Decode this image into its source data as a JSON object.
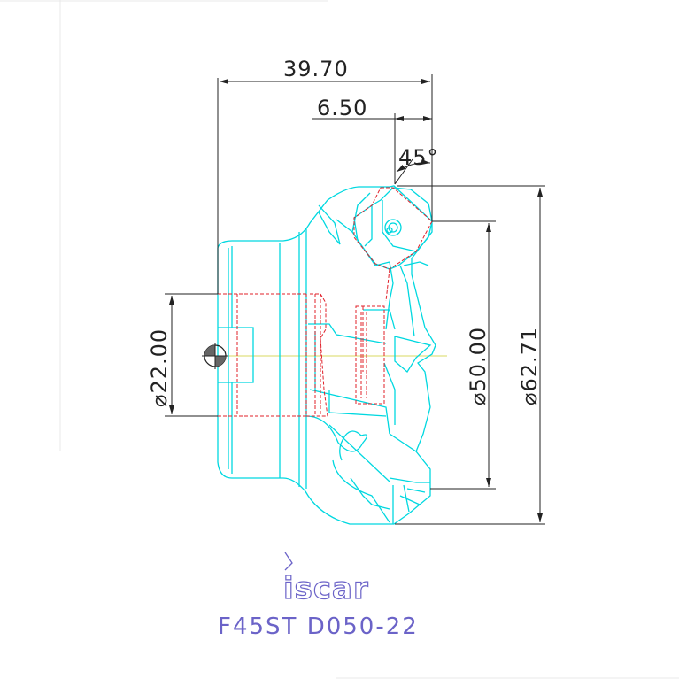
{
  "dimensions": {
    "overall_length": "39.70",
    "offset": "6.50",
    "lead_angle": "45°",
    "bore_diameter": "⌀22.00",
    "cutting_diameter": "⌀50.00",
    "max_diameter": "⌀62.71"
  },
  "brand": {
    "logo": "iscar"
  },
  "caption": "F45ST D050-22",
  "colors": {
    "outline": "#00d8e0",
    "hidden": "#e0202a",
    "dimension": "#222222",
    "centerline": "#d8d860",
    "brand": "#6b63c8"
  }
}
